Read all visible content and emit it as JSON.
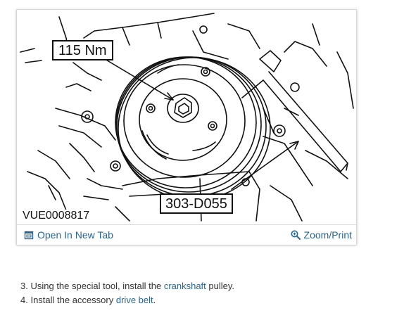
{
  "figure": {
    "torque_label": "115 Nm",
    "tool_label": "303-D055",
    "figure_id": "VUE0008817",
    "open_new_tab": "Open In New Tab",
    "zoom_print": "Zoom/Print",
    "link_color": "#2a6496"
  },
  "steps": [
    {
      "number": "3.",
      "text_before": "Using the special tool, install the",
      "link": "crankshaft",
      "text_after": "pulley."
    },
    {
      "number": "4.",
      "text_before": "Install the accessory",
      "link": "drive belt",
      "text_after": "."
    }
  ]
}
